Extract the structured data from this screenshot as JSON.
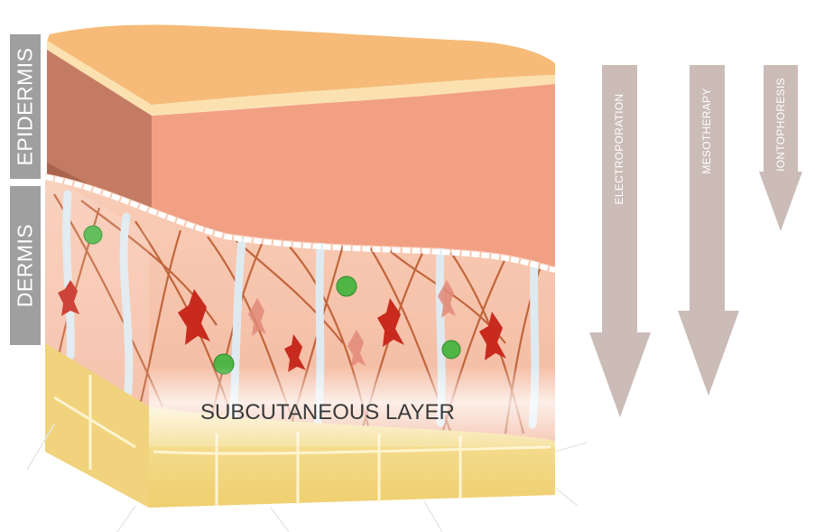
{
  "labels": {
    "epidermis": "EPIDERMIS",
    "dermis": "DERMIS",
    "subcutaneous": "SUBCUTANEOUS LAYER"
  },
  "arrows": [
    {
      "label": "ELECTROPORATION"
    },
    {
      "label": "MESOTHERAPY"
    },
    {
      "label": "IONTOPHORESIS"
    }
  ],
  "colors": {
    "label_bg": "#9f9f9f",
    "arrow": "#cbbcb7",
    "epidermis_top": "#f6bb78",
    "epidermis_front": "#f2a084",
    "epidermis_side": "#c47b64",
    "dermis": "#f7c1ab",
    "fat": "#f4dc8e",
    "fibroblast": "#c82a1e",
    "cell_green": "#4fb545",
    "vessel": "#dfeaf0",
    "fiber": "#b8552a"
  }
}
